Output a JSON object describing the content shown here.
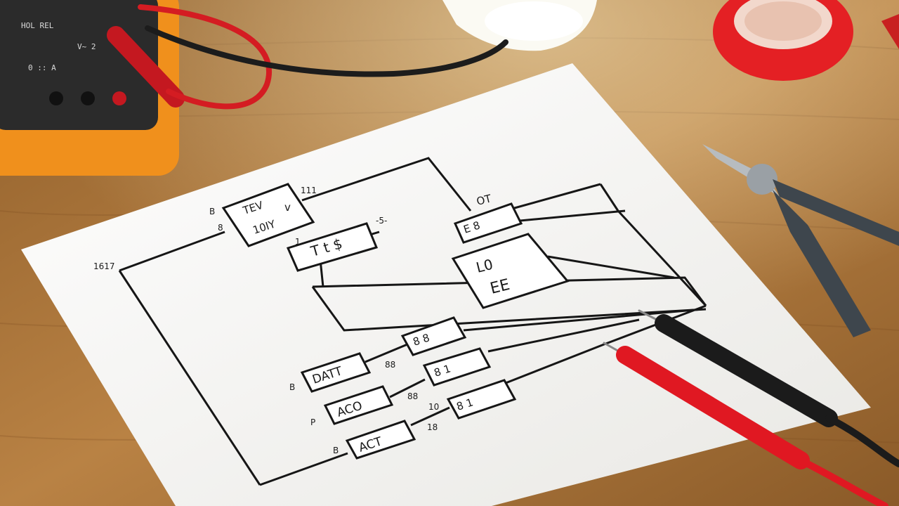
{
  "scene": {
    "colors": {
      "desk": "#b07a3e",
      "paper": "#f6f5f2",
      "ink": "#161616",
      "multimeter_body": "#f0901c",
      "multimeter_face": "#2b2b2b",
      "probe_red": "#e01822",
      "probe_black": "#1b1b1b",
      "tape_red": "#e42024",
      "plier_handle": "#3e464d",
      "lamp": "#fbfaf3"
    },
    "objects": [
      "multimeter-icon",
      "lamp-icon",
      "tape-roll-icon",
      "pliers-icon",
      "red-probe-icon",
      "black-probe-icon",
      "schematic-paper"
    ]
  },
  "schematic": {
    "labels": {
      "box_top_line1": "TEV",
      "box_top_line2": "10IY",
      "box_top_v": "v",
      "note_top_right": "111",
      "note_left_b": "B",
      "note_left_8": "8",
      "pin_left": "1617",
      "box_mid": "T t $",
      "note_mid": "1",
      "note_mid_small": "-5-",
      "box_ot_label": "OT",
      "box_ot": "E 8",
      "box_chip": "L0",
      "chip_text": "EE",
      "box_r1": "8 8",
      "box_dat": "DATT",
      "box_r2": "8 1",
      "box_aco": "ACO",
      "box_r3": "8 1",
      "box_act": "ACT",
      "note_dat_left": "B",
      "note_aco_left": "P",
      "note_act_left": "B",
      "note_n1": "88",
      "note_n2": "88",
      "note_n3": "10",
      "note_n4": "18"
    }
  }
}
